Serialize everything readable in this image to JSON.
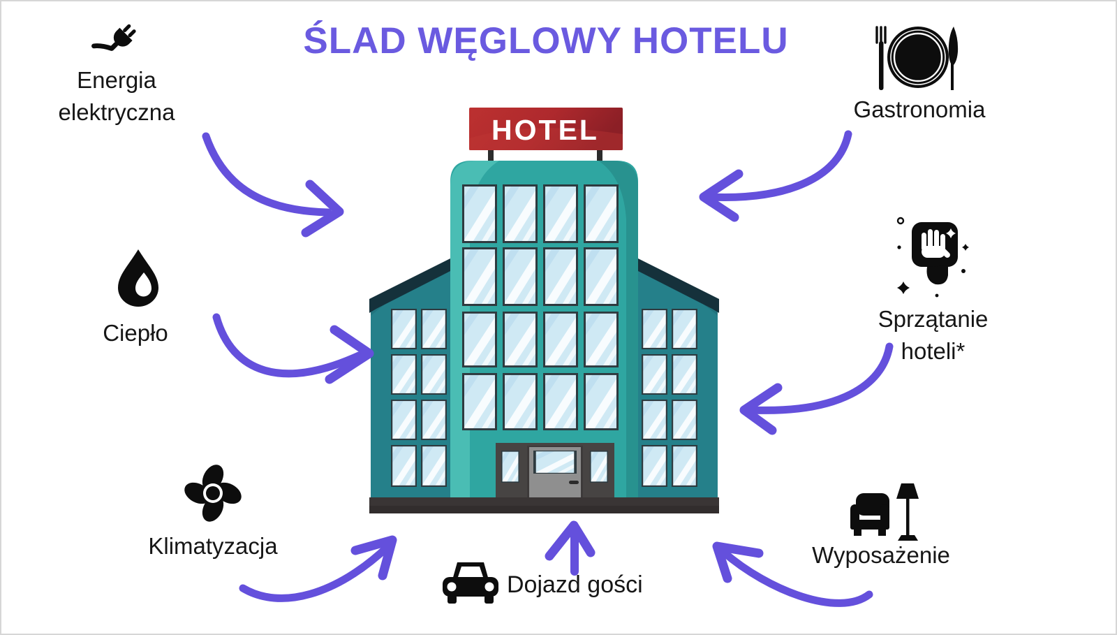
{
  "title": "ŚLAD WĘGLOWY HOTELU",
  "hotel_sign": "HOTEL",
  "factors": {
    "energia": {
      "label": "Energia elektryczna",
      "icon": "plug-icon"
    },
    "cieplo": {
      "label": "Ciepło",
      "icon": "flame-icon"
    },
    "klimatyzacja": {
      "label": "Klimatyzacja",
      "icon": "fan-icon"
    },
    "gastronomia": {
      "label": "Gastronomia",
      "icon": "restaurant-icon"
    },
    "sprzatanie": {
      "label": "Sprzątanie hoteli*",
      "icon": "cleaning-icon"
    },
    "wyposazenie": {
      "label": "Wyposażenie",
      "icon": "furniture-icon"
    },
    "dojazd": {
      "label": "Dojazd gości",
      "icon": "car-icon"
    }
  },
  "colors": {
    "title_purple": "#6a5ae0",
    "arrow_purple": "#6450dc",
    "label_black": "#161616",
    "tower_teal": "#2fa6a1",
    "wing_teal": "#21747e",
    "roof_dark": "#15313b",
    "sign_red": "#b3282c",
    "window_blue": "#cfe9f4",
    "base_dark": "#3a3535"
  }
}
